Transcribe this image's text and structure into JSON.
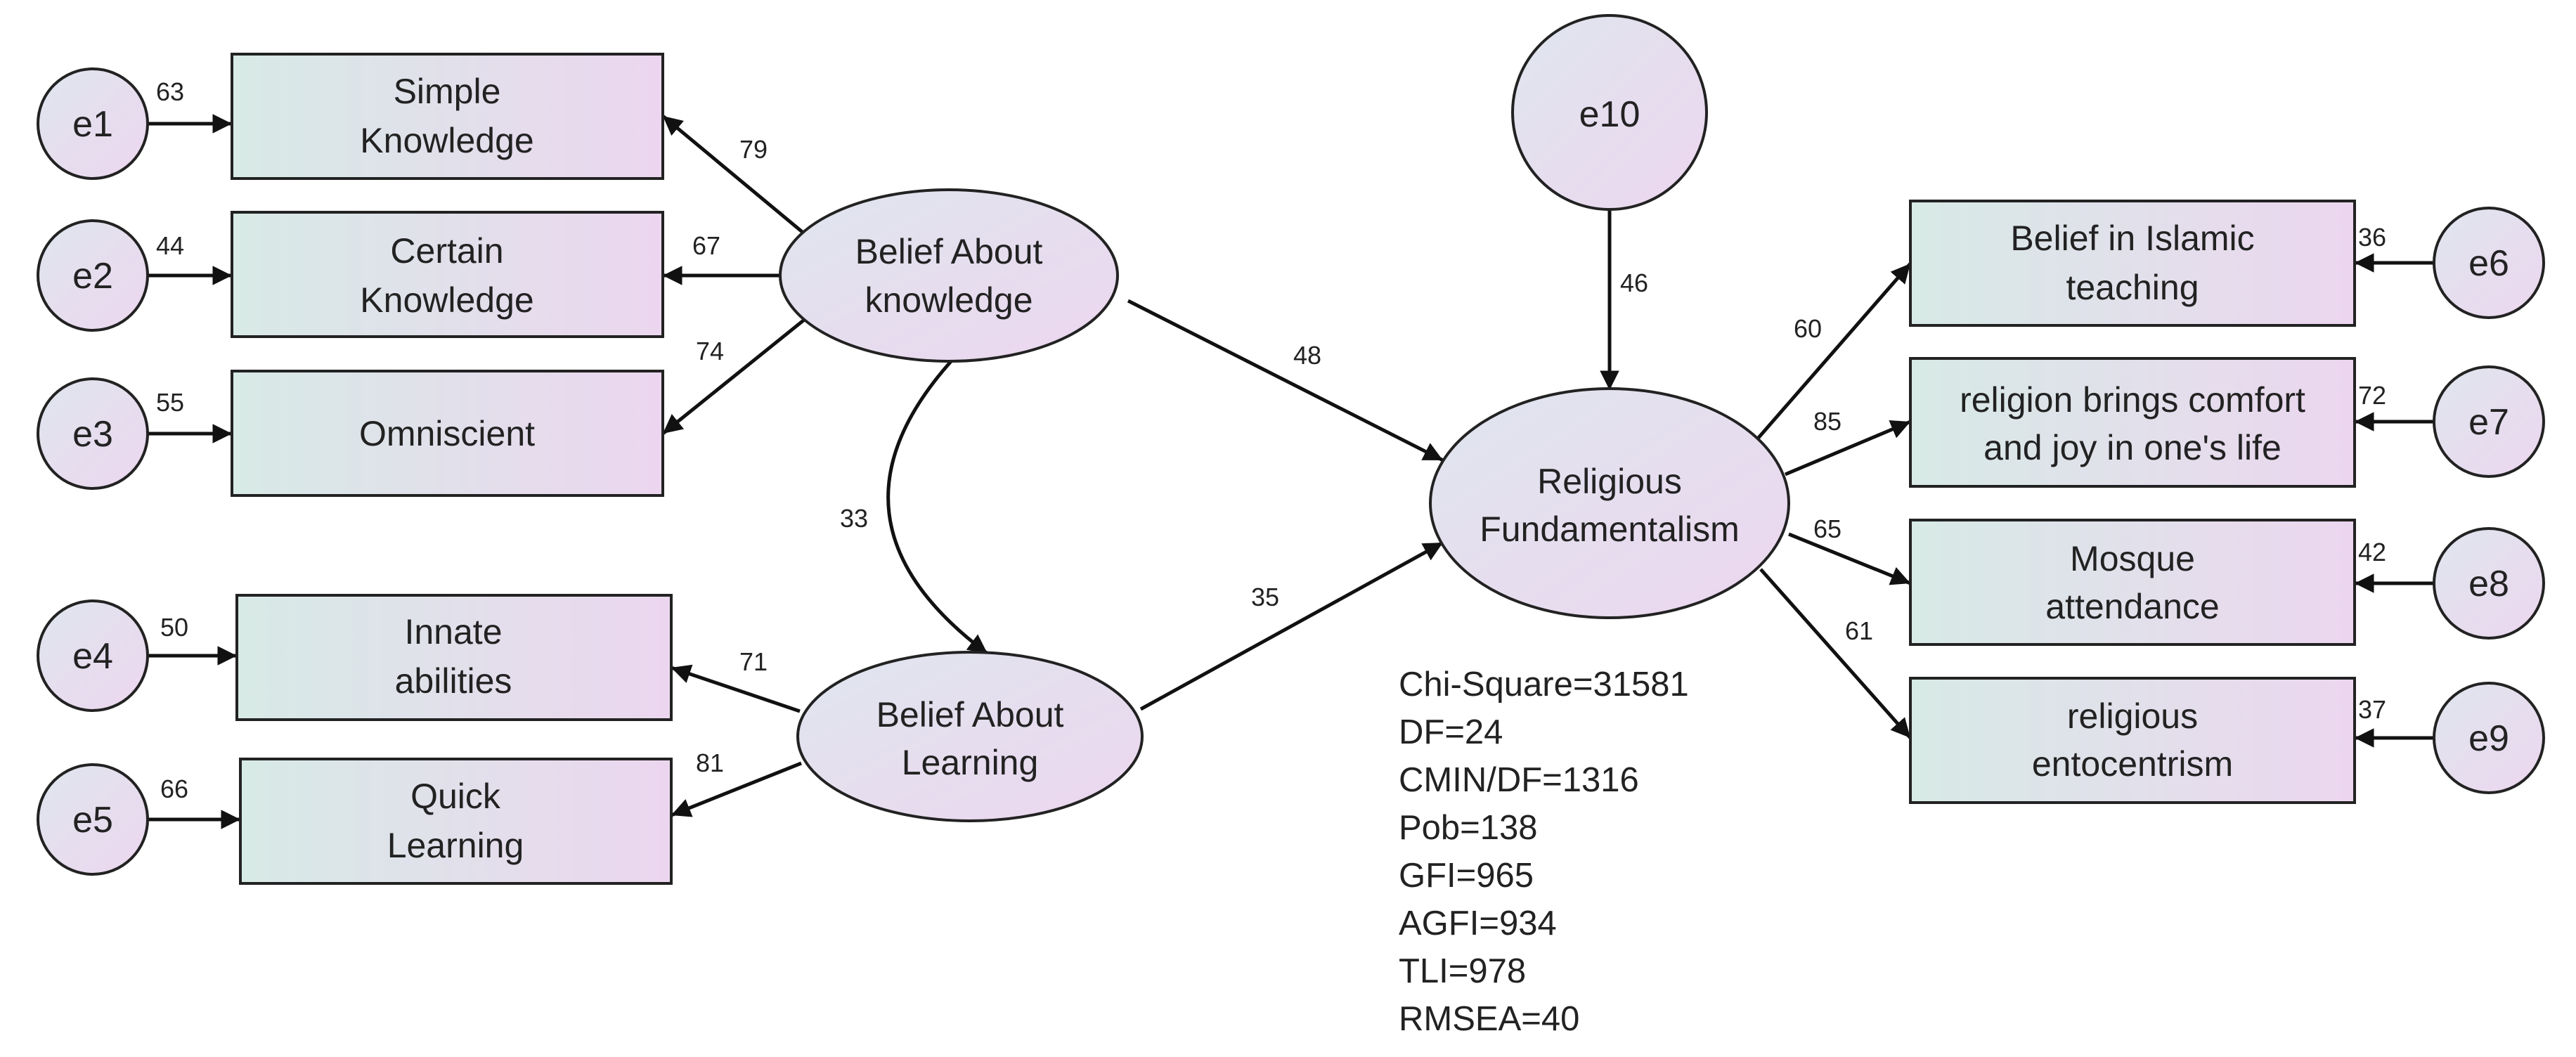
{
  "colors": {
    "node_fill_left": "#d7eae6",
    "node_fill_right": "#ecd6ef",
    "stroke": "#222222",
    "background": "#ffffff"
  },
  "observed": {
    "simple_knowledge": [
      "Simple",
      "Knowledge"
    ],
    "certain_knowledge": [
      "Certain",
      "Knowledge"
    ],
    "omniscient": [
      "Omniscient"
    ],
    "innate_abilities": [
      "Innate",
      "abilities"
    ],
    "quick_learning": [
      "Quick",
      "Learning"
    ],
    "belief_islamic": [
      "Belief in Islamic",
      "teaching"
    ],
    "religion_comfort": [
      "religion brings comfort",
      "and joy in one's life"
    ],
    "mosque_attendance": [
      "Mosque",
      "attendance"
    ],
    "religious_ethnocentrism": [
      "religious",
      "entocentrism"
    ]
  },
  "latent": {
    "belief_knowledge": [
      "Belief About",
      "knowledge"
    ],
    "belief_learning": [
      "Belief About",
      "Learning"
    ],
    "religious_fundamentalism": [
      "Religious",
      "Fundamentalism"
    ]
  },
  "errors": [
    "e1",
    "e2",
    "e3",
    "e4",
    "e5",
    "e6",
    "e7",
    "e8",
    "e9",
    "e10"
  ],
  "coefficients": {
    "e1": "63",
    "e2": "44",
    "e3": "55",
    "e4": "50",
    "e5": "66",
    "e6": "36",
    "e7": "72",
    "e8": "42",
    "e9": "37",
    "e10": "46",
    "simple_knowledge": "79",
    "certain_knowledge": "67",
    "omniscient": "74",
    "innate_abilities": "71",
    "quick_learning": "81",
    "covariance": "33",
    "knowledge_to_rf": "48",
    "learning_to_rf": "35",
    "belief_islamic": "60",
    "religion_comfort": "85",
    "mosque_attendance": "65",
    "religious_ethnocentrism": "61"
  },
  "fit_indices": [
    "Chi-Square=31581",
    "DF=24",
    "CMIN/DF=1316",
    "Pob=138",
    "GFI=965",
    "AGFI=934",
    "TLI=978",
    "RMSEA=40"
  ]
}
